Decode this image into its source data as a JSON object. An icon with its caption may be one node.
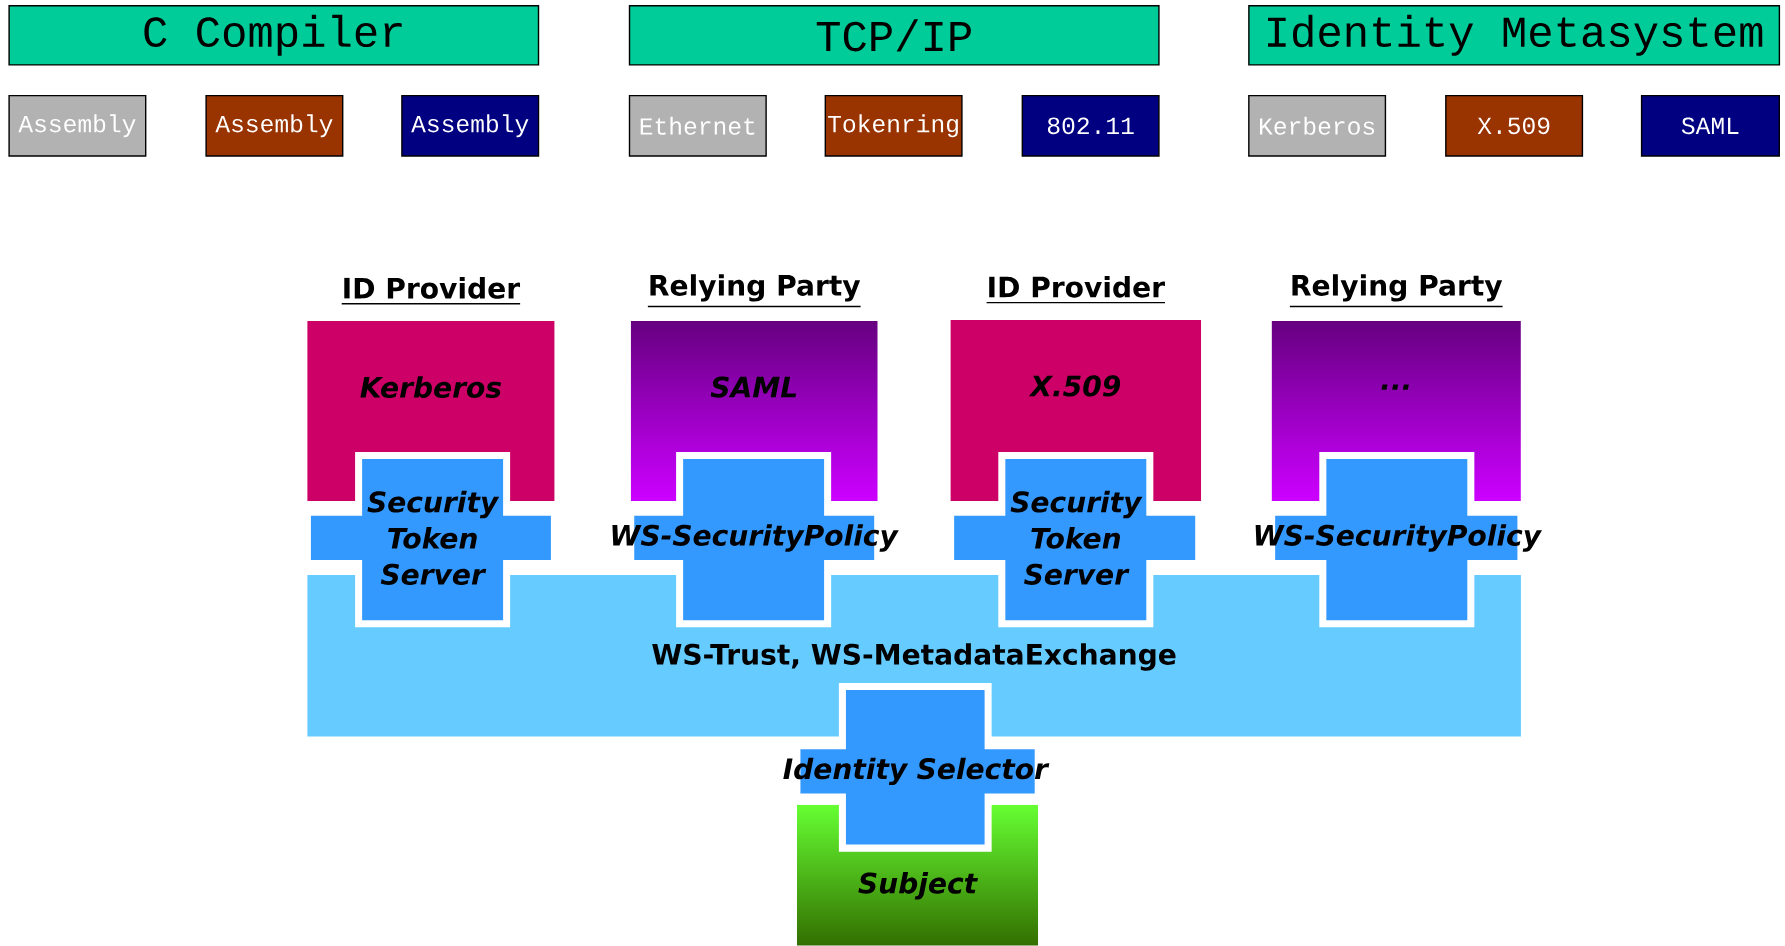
{
  "diagram": {
    "nodes": [
      {
        "text": [
          "C Compiler"
        ]
      },
      {
        "text": [
          "Assembly"
        ]
      },
      {
        "text": [
          "Assembly"
        ]
      },
      {
        "text": [
          "Assembly"
        ]
      },
      {
        "text": [
          "TCP/IP"
        ]
      },
      {
        "text": [
          "Ethernet"
        ]
      },
      {
        "text": [
          "Tokenring"
        ]
      },
      {
        "text": [
          "802.11"
        ]
      },
      {
        "text": [
          "Identity Metasystem"
        ]
      },
      {
        "text": [
          "Kerberos"
        ]
      },
      {
        "text": [
          "X.509"
        ]
      },
      {
        "text": [
          "SAML"
        ]
      },
      {
        "text": [
          "ID Provider",
          "Kerberos"
        ]
      },
      {
        "text": [
          "Relying Party",
          "SAML"
        ]
      },
      {
        "text": [
          "ID Provider",
          "X.509"
        ]
      },
      {
        "text": [
          "Relying Party",
          "..."
        ]
      },
      {
        "text": [
          "Security Token Server"
        ]
      },
      {
        "text": [
          "WS-SecurityPolicy"
        ]
      },
      {
        "text": [
          "Security Token Server"
        ]
      },
      {
        "text": [
          "WS-SecurityPolicy"
        ]
      },
      {
        "text": [
          "WS-Trust, WS-MetadataExchange"
        ]
      },
      {
        "text": [
          "Identity Selector"
        ]
      },
      {
        "text": [
          "Subject"
        ]
      }
    ]
  }
}
